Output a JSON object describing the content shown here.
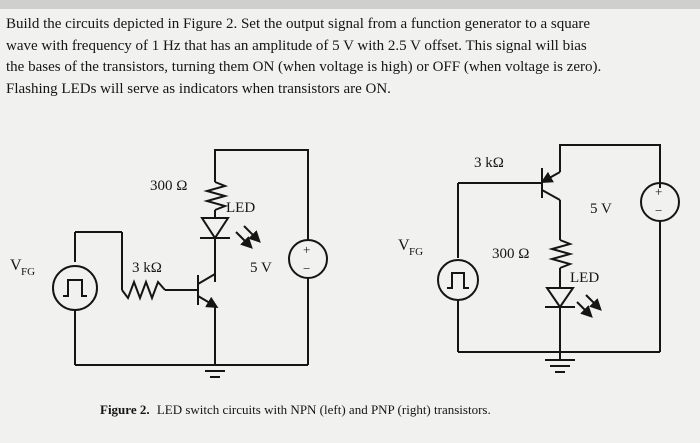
{
  "instructions": {
    "lines": [
      "Build the circuits depicted in Figure 2. Set the output signal from a function generator to a square",
      "wave with frequency of 1 Hz that has an amplitude of 5 V with 2.5 V offset. This signal will bias",
      "the bases of the transistors, turning them ON (when voltage is high) or OFF (when voltage is zero).",
      "Flashing LEDs will serve as indicators when transistors are ON."
    ]
  },
  "left_circuit": {
    "r_led": "300 Ω",
    "led": "LED",
    "r_base": "3 kΩ",
    "supply": "5 V",
    "source_main": "V",
    "source_sub": "FG",
    "plus": "+",
    "minus": "−"
  },
  "right_circuit": {
    "r_base": "3 kΩ",
    "supply": "5 V",
    "r_led": "300 Ω",
    "led": "LED",
    "source_main": "V",
    "source_sub": "FG",
    "plus": "+",
    "minus": "−"
  },
  "caption": {
    "label": "Figure 2.",
    "text": "LED switch circuits with NPN (left) and PNP (right) transistors."
  }
}
